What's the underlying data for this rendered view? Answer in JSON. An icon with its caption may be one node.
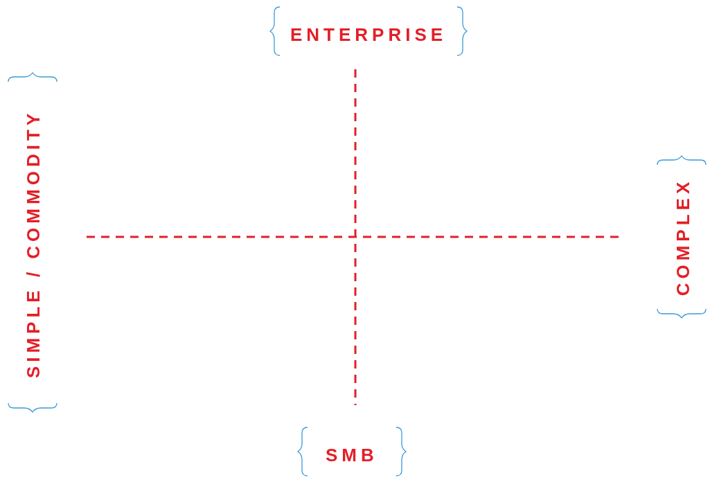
{
  "diagram": {
    "labels": [
      "ENTERPRISE",
      "SIMPLE / COMMODITY",
      "COMPLEX",
      "SMB"
    ]
  }
}
